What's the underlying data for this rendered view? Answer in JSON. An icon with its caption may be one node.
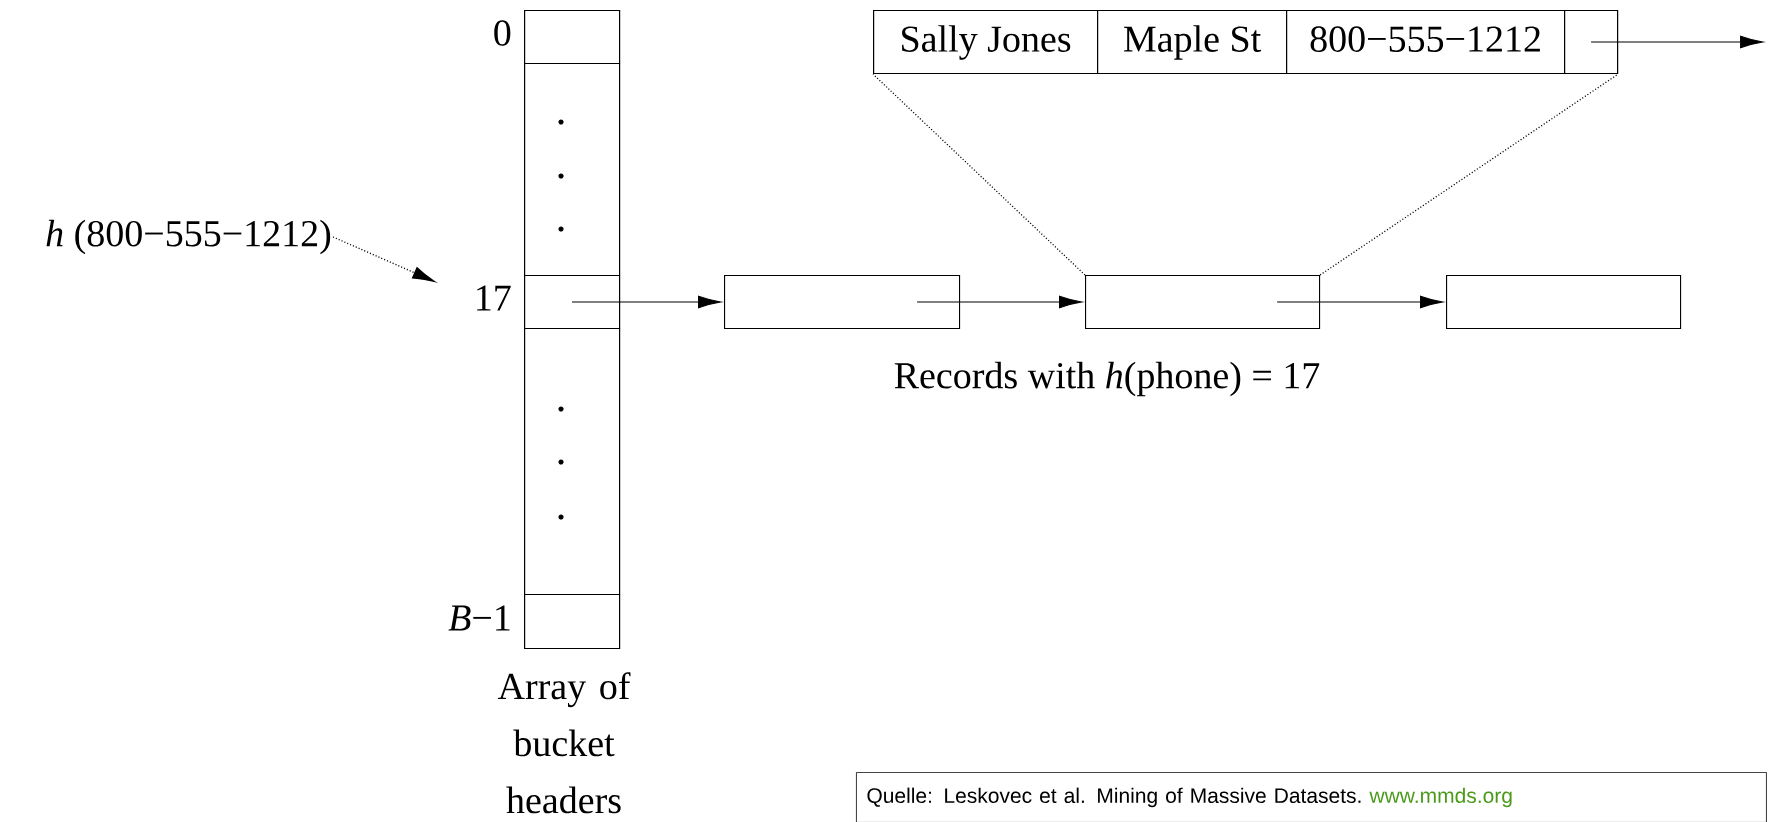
{
  "diagram": {
    "nodes": [
      {
        "text": [
          "Array of bucket headers"
        ]
      },
      {
        "text": [],
        "shape": "box",
        "in": 0,
        "beside": [
          "0"
        ]
      },
      {
        "text": [],
        "shape": "box",
        "in": 0
      },
      {
        "text": [],
        "shape": "box",
        "in": 0,
        "beside": [
          "17"
        ]
      },
      {
        "text": [],
        "shape": "box",
        "in": 0
      },
      {
        "text": [],
        "shape": "box",
        "in": 0,
        "beside": [
          "*B*−1"
        ]
      },
      {
        "text": [
          "*h* (800−555−1212)"
        ]
      },
      {
        "text": [],
        "shape": "box"
      },
      {
        "text": [],
        "shape": "box"
      },
      {
        "text": [],
        "shape": "box"
      },
      {
        "text": [],
        "shape": "box"
      },
      {
        "text": [
          "Sally Jones"
        ],
        "in": 10
      },
      {
        "text": [
          "Maple St"
        ],
        "in": 10
      },
      {
        "text": [
          "800−555−1212"
        ],
        "in": 10
      },
      {
        "text": [],
        "shape": "box",
        "in": 10
      },
      {
        "text": [
          "Quelle: Leskovec et al. Mining of Massive Datasets.",
          "www.mmds.org"
        ]
      }
    ],
    "edges": [
      {
        "from": 6,
        "to": 3,
        "arrow": "to",
        "style": "dashed"
      },
      {
        "from": 3,
        "to": 7,
        "arrow": "to"
      },
      {
        "from": 7,
        "to": 8,
        "arrow": "to"
      },
      {
        "from": 8,
        "to": 9,
        "arrow": "to"
      },
      {
        "from": 8,
        "to": 10,
        "arrow": "none",
        "style": "dashed"
      },
      {
        "from": 8,
        "to": 10,
        "arrow": "none",
        "style": "dashed"
      },
      {
        "from": 14,
        "to": null,
        "arrow": "to"
      }
    ],
    "labels": [
      "Records with *h*(phone) = 17"
    ]
  }
}
